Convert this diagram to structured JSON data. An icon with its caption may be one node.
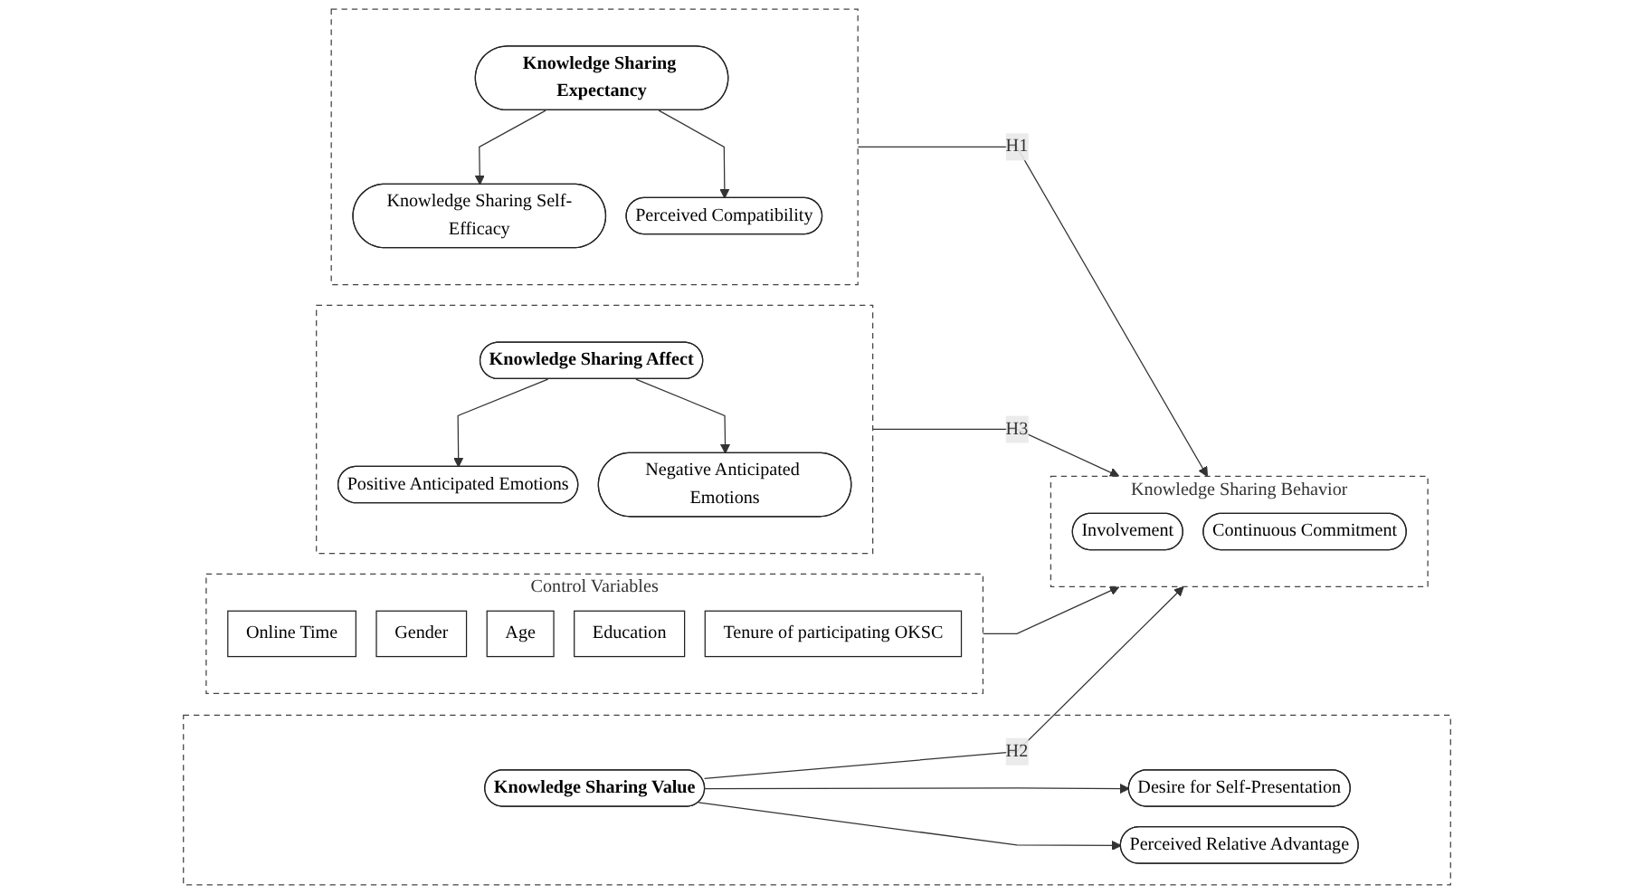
{
  "diagram": {
    "nodes": [
      {
        "text": [],
        "shape": "box"
      },
      {
        "text": [
          "Knowledge Sharing Expectancy"
        ],
        "in": 0
      },
      {
        "text": [
          "Knowledge Sharing Self-Efficacy"
        ],
        "in": 0
      },
      {
        "text": [
          "Perceived Compatibility"
        ],
        "in": 0
      },
      {
        "text": [],
        "shape": "box"
      },
      {
        "text": [
          "Knowledge Sharing Value"
        ],
        "in": 4
      },
      {
        "text": [
          "Desire for Self-Presentation"
        ],
        "in": 4
      },
      {
        "text": [
          "Perceived Relative Advantage"
        ],
        "in": 4
      },
      {
        "text": [],
        "shape": "box"
      },
      {
        "text": [
          "Knowledge Sharing Affect"
        ],
        "in": 8
      },
      {
        "text": [
          "Positive Anticipated Emotions"
        ],
        "in": 8
      },
      {
        "text": [
          "Negative Anticipated Emotions"
        ],
        "in": 8
      },
      {
        "text": [
          "Knowledge Sharing Behavior"
        ]
      },
      {
        "text": [
          "Involvement"
        ],
        "in": 12
      },
      {
        "text": [
          "Continuous Commitment"
        ],
        "in": 12
      },
      {
        "text": [
          "Control Variables"
        ]
      },
      {
        "text": [
          "Online Time"
        ],
        "in": 15
      },
      {
        "text": [
          "Gender"
        ],
        "in": 15
      },
      {
        "text": [
          "Age"
        ],
        "in": 15
      },
      {
        "text": [
          "Education"
        ],
        "in": 15
      },
      {
        "text": [
          "Tenure of participating OKSC"
        ],
        "in": 15
      }
    ],
    "edges": [
      {
        "from": 1,
        "to": 2,
        "arrow": "to"
      },
      {
        "from": 1,
        "to": 3,
        "arrow": "to"
      },
      {
        "from": 5,
        "to": 6,
        "arrow": "to"
      },
      {
        "from": 5,
        "to": 7,
        "arrow": "to"
      },
      {
        "from": 9,
        "to": 10,
        "arrow": "to"
      },
      {
        "from": 9,
        "to": 11,
        "arrow": "to"
      },
      {
        "from": 0,
        "to": 12,
        "arrow": "to",
        "label": "H1"
      },
      {
        "from": 5,
        "to": 12,
        "arrow": "to",
        "label": "H2"
      },
      {
        "from": 8,
        "to": 12,
        "arrow": "to",
        "label": "H3"
      },
      {
        "from": 15,
        "to": 12,
        "arrow": "to"
      }
    ]
  }
}
